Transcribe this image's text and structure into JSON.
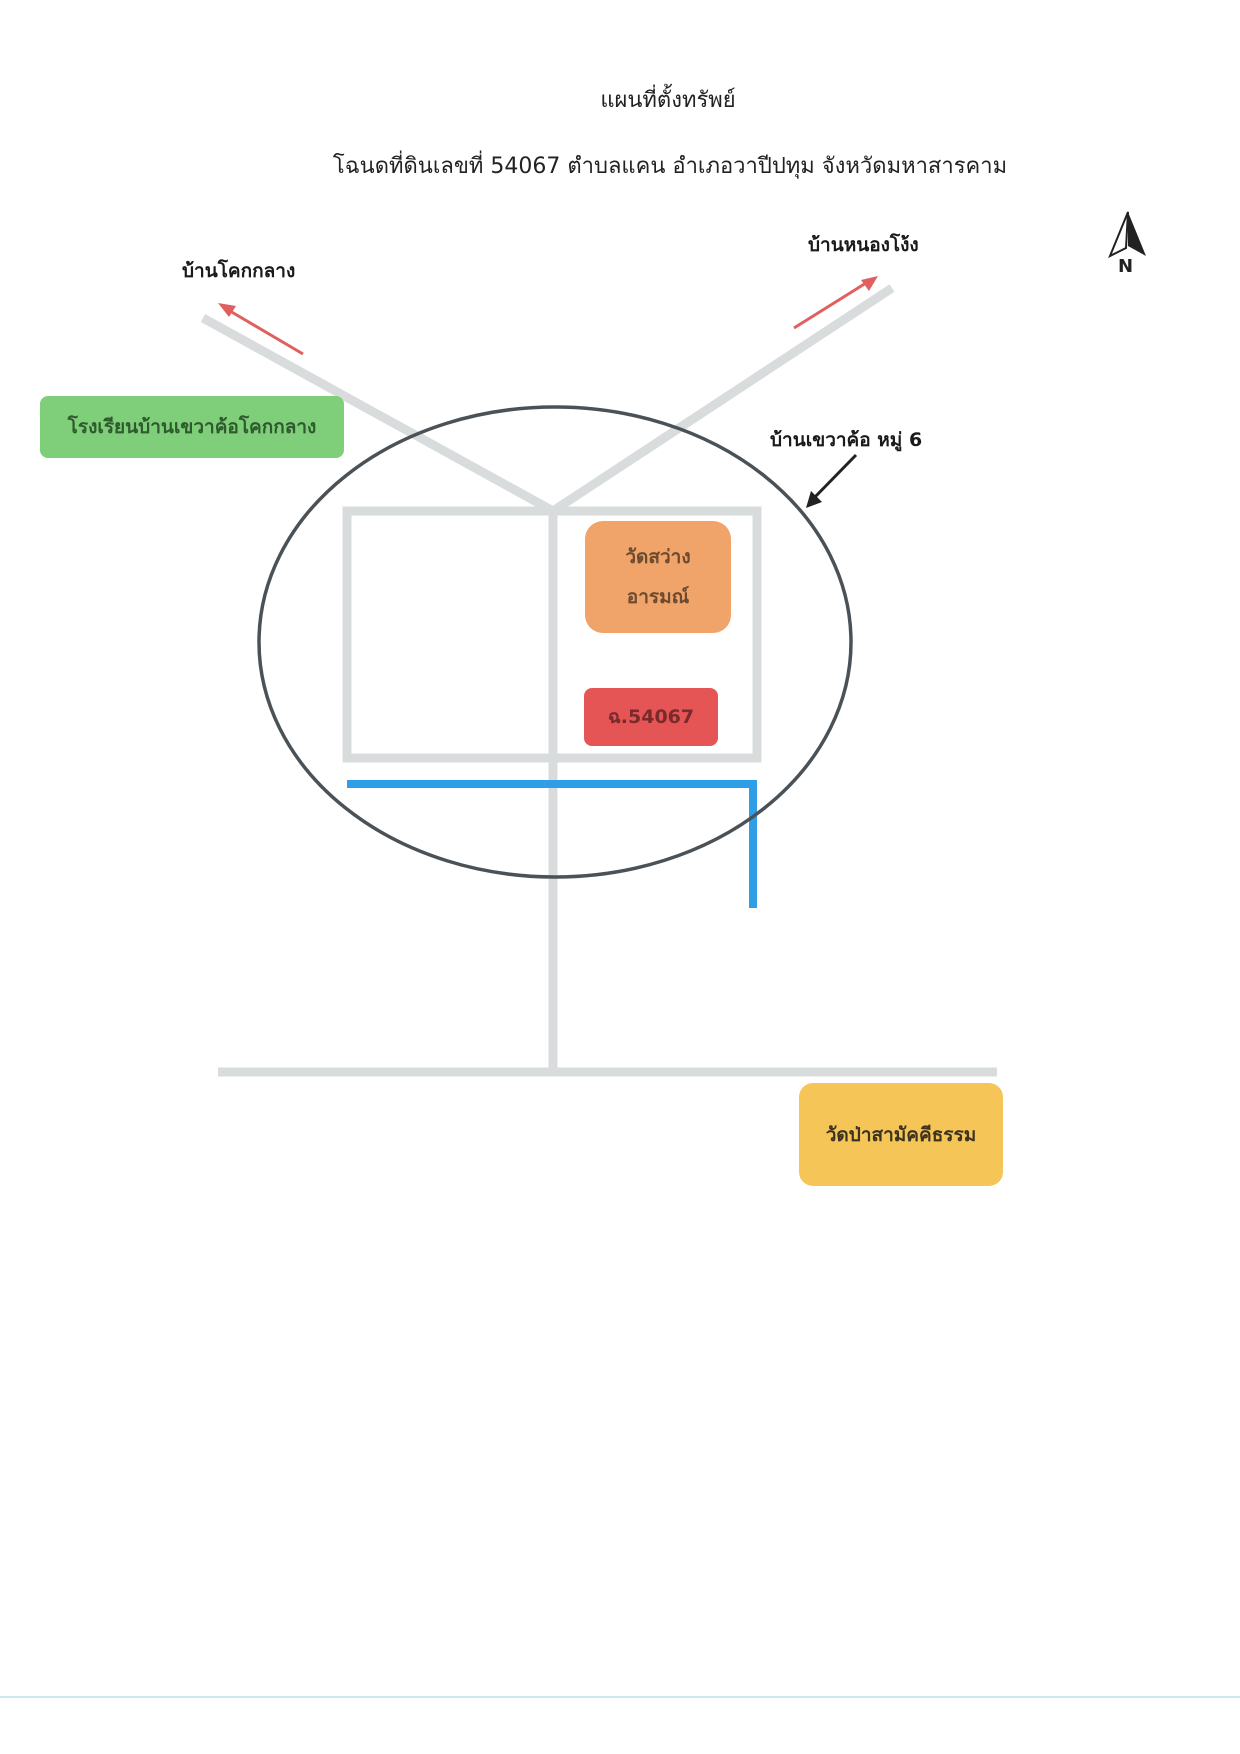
{
  "title": "แผนที่ตั้งทรัพย์",
  "subtitle": "โฉนดที่ดินเลขที่ 54067 ตำบลแคน อำเภอวาปีปทุม จังหวัดมหาสารคาม",
  "north": {
    "label": "N",
    "icon": "north-arrow-icon"
  },
  "places": {
    "ban_khok_klang": "บ้านโคกกลาง",
    "ban_nong_ngong": "บ้านหนองโง้ง",
    "ban_khao_kho": "บ้านเขวาค้อ หมู่ 6"
  },
  "landmarks": {
    "school": "โรงเรียนบ้านเขวาค้อโคกกลาง",
    "temple_sawang_line1": "วัดสว่าง",
    "temple_sawang_line2": "อารมณ์",
    "deed": "ฉ.54067",
    "temple_pa": "วัดป่าสามัคคีธรรม"
  },
  "colors": {
    "road": "#d9dcdd",
    "ellipse": "#4a5257",
    "canal": "#2e9ee6",
    "arrow_red": "#e06060",
    "arrow_black": "#222222",
    "school": "#7fcf7a",
    "temple_sawang": "#f0a46a",
    "deed": "#e55555",
    "temple_pa": "#f5c558"
  }
}
